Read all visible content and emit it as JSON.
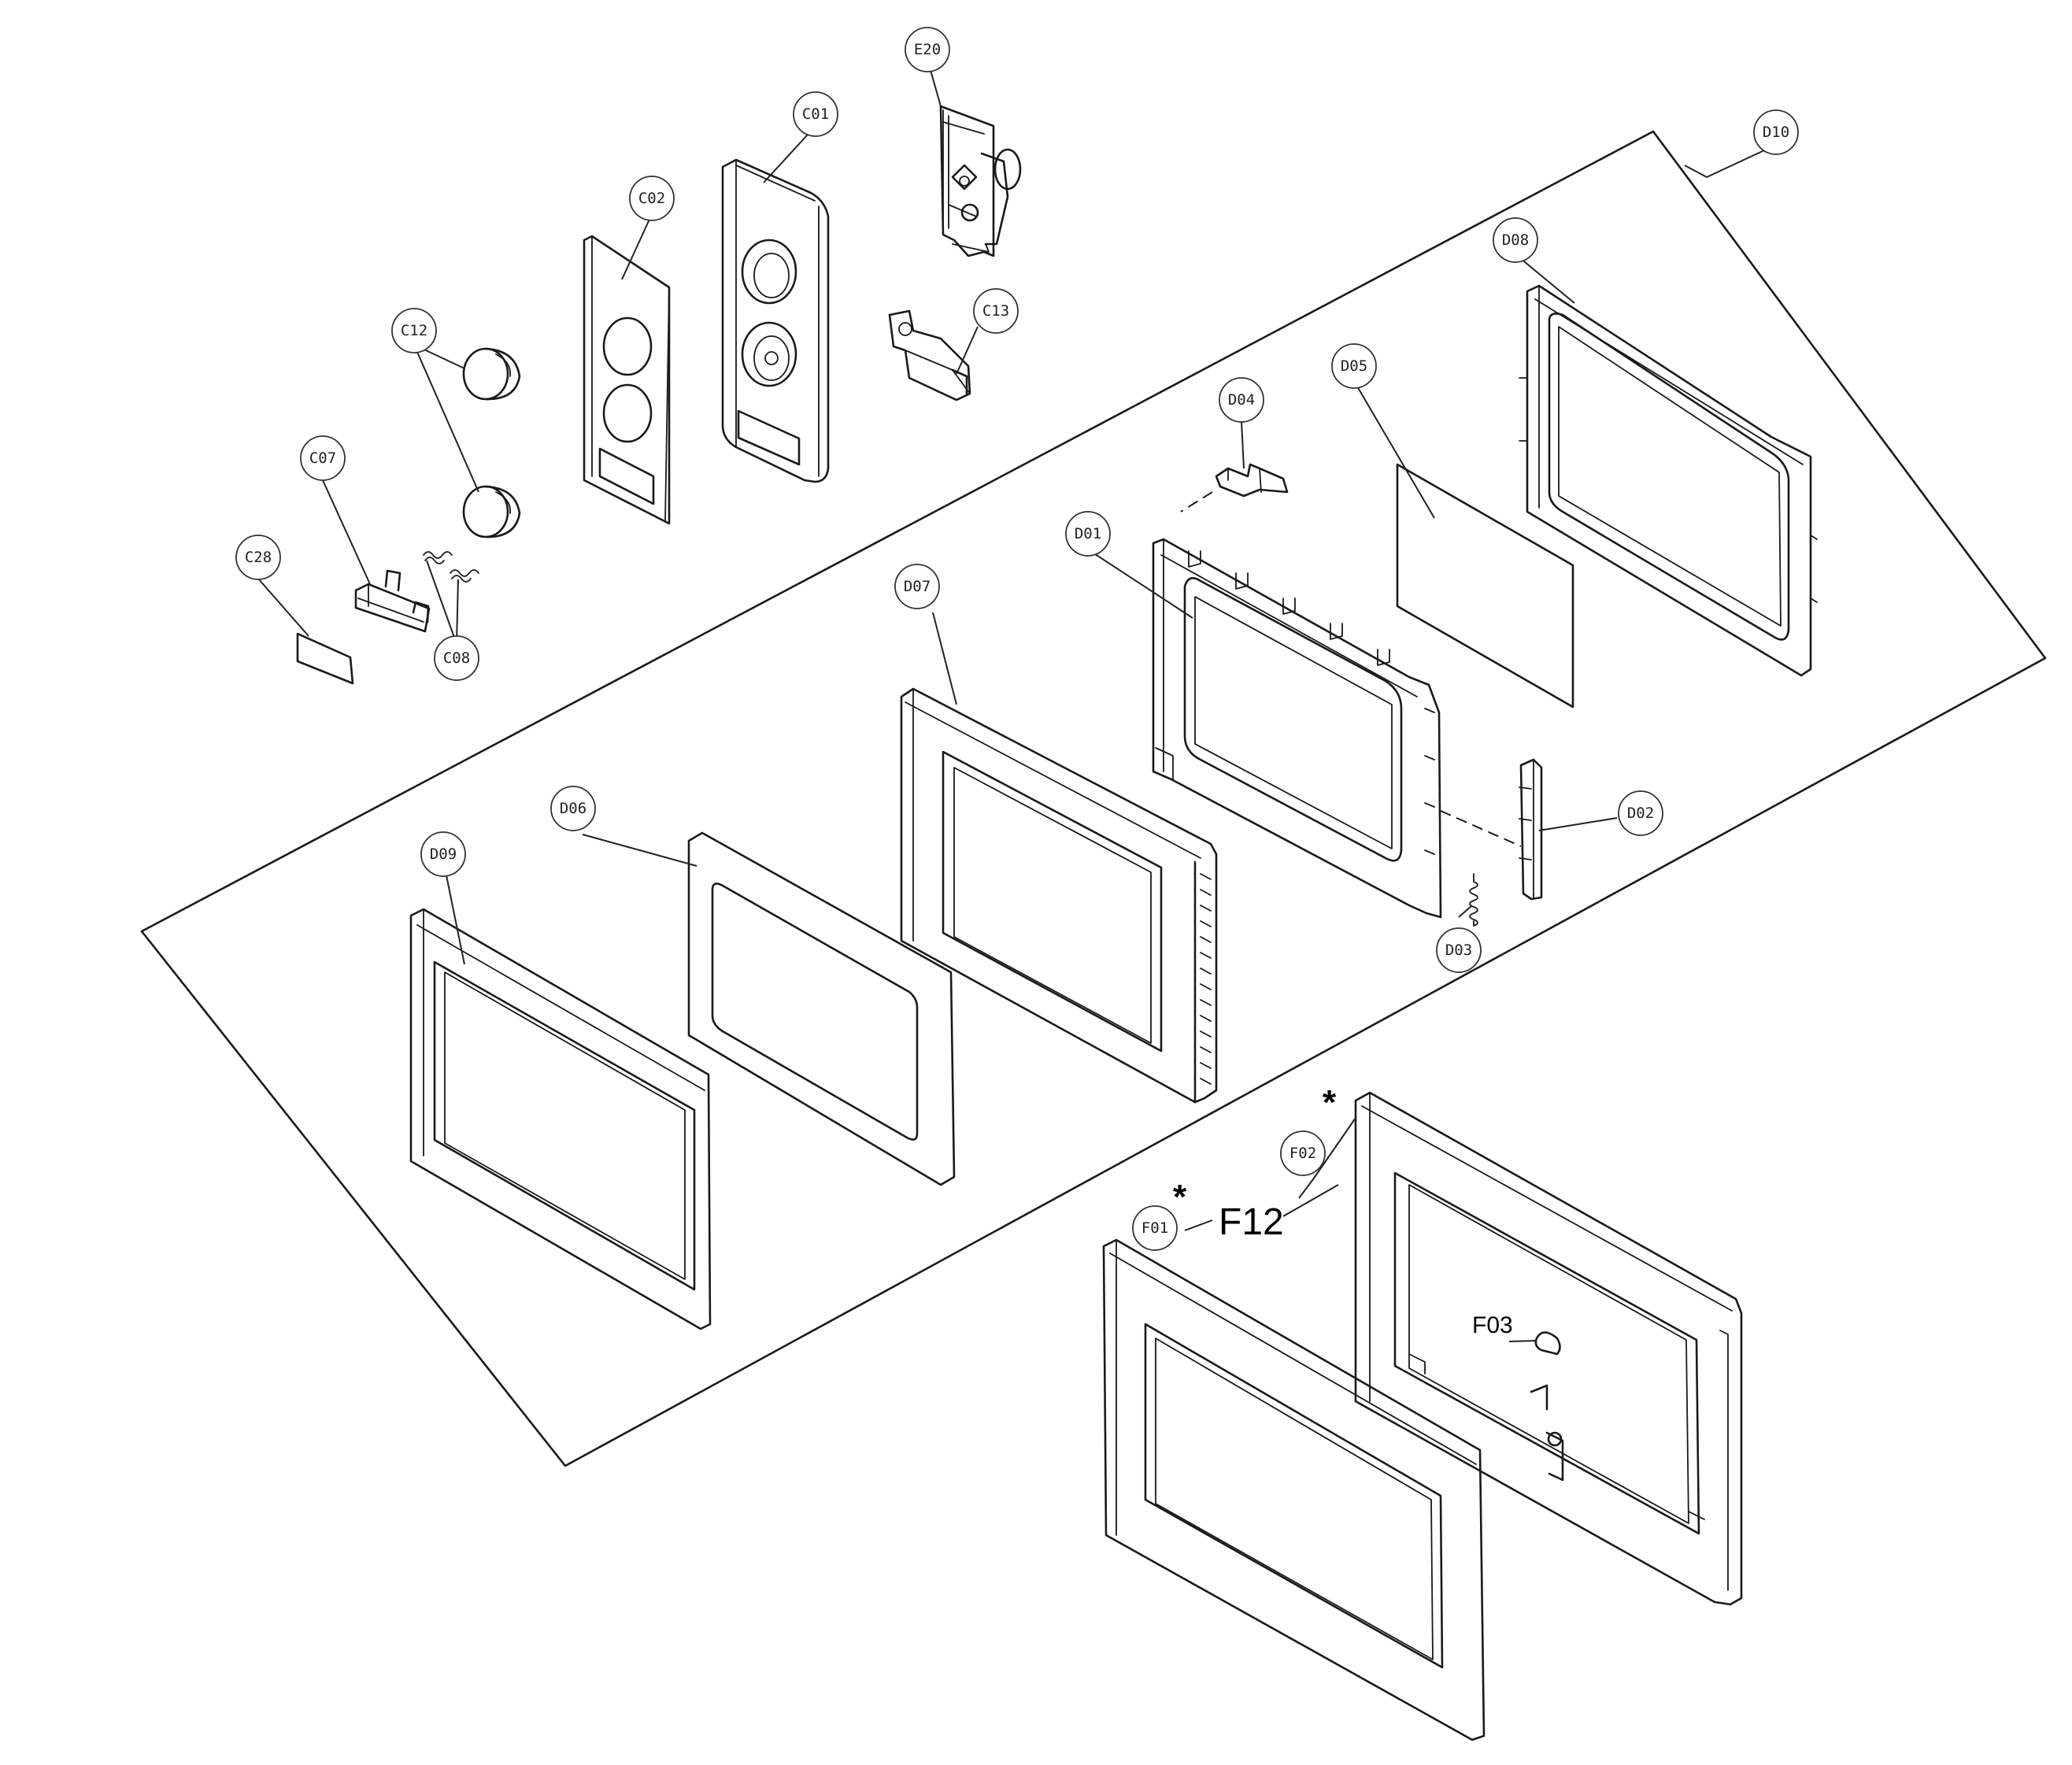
{
  "callouts": {
    "E20": "E20",
    "C01": "C01",
    "D10": "D10",
    "C02": "C02",
    "D08": "D08",
    "C12": "C12",
    "C13": "C13",
    "D05": "D05",
    "D04": "D04",
    "C07": "C07",
    "D01": "D01",
    "C28": "C28",
    "C08": "C08",
    "D07": "D07",
    "D06": "D06",
    "D02": "D02",
    "D09": "D09",
    "D03": "D03",
    "F02": "F02",
    "F01": "F01"
  },
  "labels": {
    "f12": "F12",
    "f03": "F03",
    "star_f02": "*",
    "star_f01": "*"
  }
}
